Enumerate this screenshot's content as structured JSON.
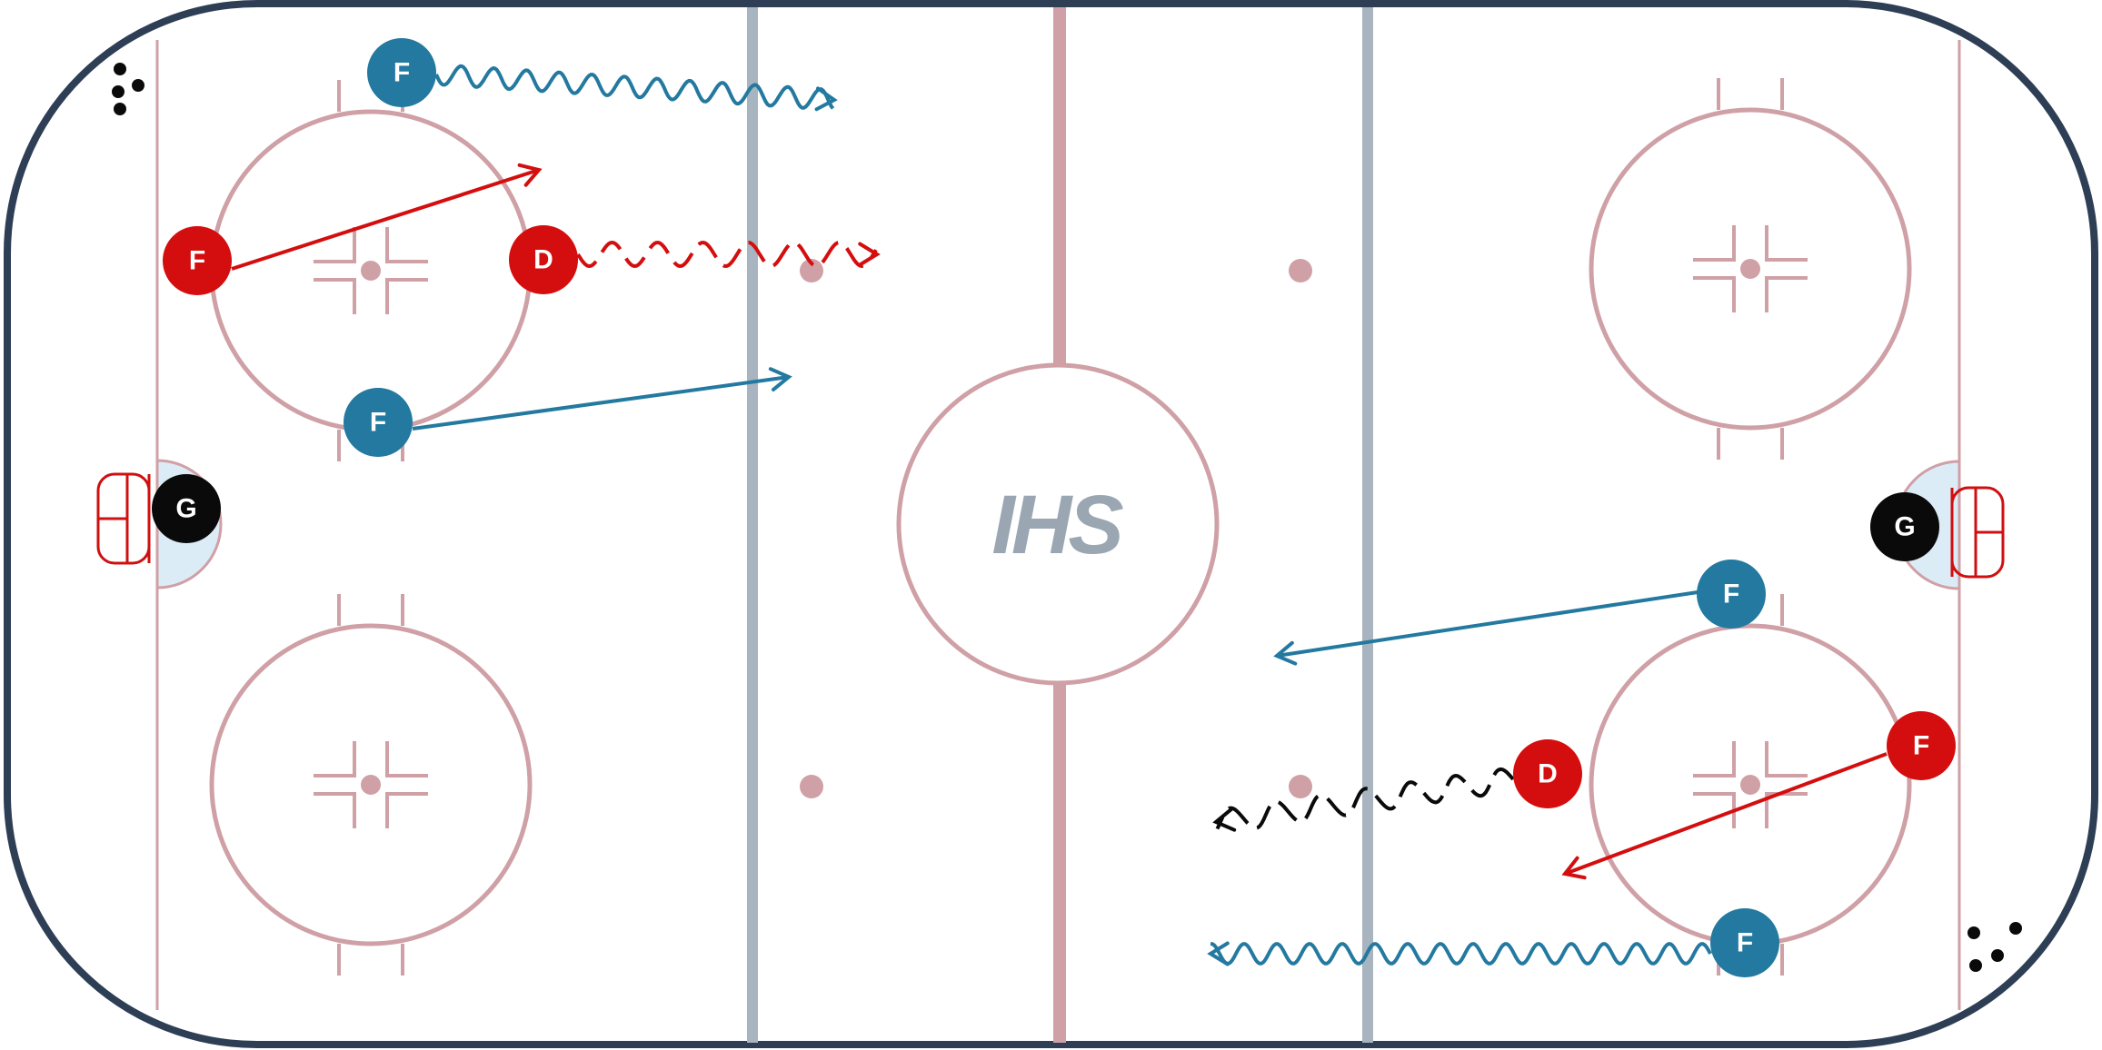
{
  "rink": {
    "colors": {
      "board": "#2d3e55",
      "line": "#cfa0a6",
      "blue_line": "#a8b4bf",
      "crease": "#dcecf6",
      "net": "#d01010"
    }
  },
  "logo": {
    "text": "IHS"
  },
  "players": [
    {
      "id": "p1",
      "label": "F",
      "team": "blue"
    },
    {
      "id": "p2",
      "label": "F",
      "team": "red"
    },
    {
      "id": "p3",
      "label": "D",
      "team": "red"
    },
    {
      "id": "p4",
      "label": "F",
      "team": "blue"
    },
    {
      "id": "p5",
      "label": "G",
      "team": "black"
    },
    {
      "id": "p6",
      "label": "G",
      "team": "black"
    },
    {
      "id": "p7",
      "label": "F",
      "team": "blue"
    },
    {
      "id": "p8",
      "label": "F",
      "team": "red"
    },
    {
      "id": "p9",
      "label": "D",
      "team": "red"
    },
    {
      "id": "p10",
      "label": "F",
      "team": "blue"
    }
  ],
  "team_colors": {
    "blue": "#23799f",
    "red": "#d40e0e",
    "black": "#0a0a0a"
  },
  "paths": [
    {
      "from": "p1",
      "type": "skate",
      "color": "blue",
      "icon": "wavy-arrow"
    },
    {
      "from": "p2",
      "type": "pass",
      "color": "red",
      "icon": "straight-arrow"
    },
    {
      "from": "p3",
      "type": "backward-skate",
      "color": "red",
      "icon": "looped-arrow"
    },
    {
      "from": "p4",
      "type": "pass",
      "color": "blue",
      "icon": "straight-arrow"
    },
    {
      "from": "p7",
      "type": "pass",
      "color": "blue",
      "icon": "straight-arrow"
    },
    {
      "from": "p8",
      "type": "pass",
      "color": "red",
      "icon": "straight-arrow"
    },
    {
      "from": "p9",
      "type": "backward-skate",
      "color": "black",
      "icon": "looped-arrow"
    },
    {
      "from": "p10",
      "type": "skate",
      "color": "blue",
      "icon": "wavy-arrow"
    }
  ],
  "pucks": [
    {
      "id": "puck-group-left",
      "count": 4
    },
    {
      "id": "puck-group-right",
      "count": 4
    }
  ]
}
